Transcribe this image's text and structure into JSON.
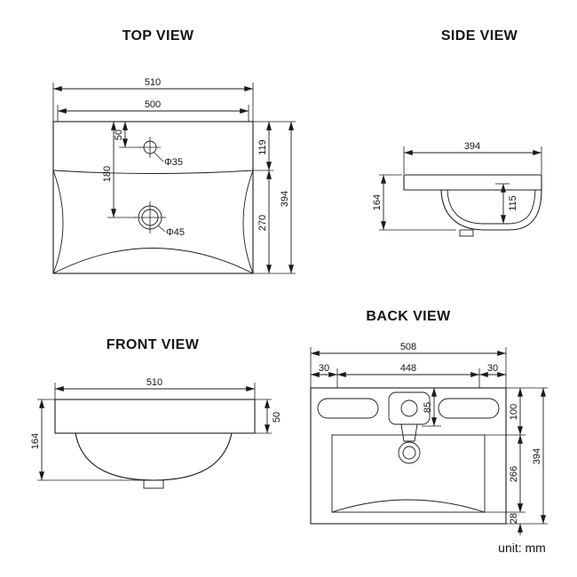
{
  "unit_label": "unit: mm",
  "top_view": {
    "title": "TOP VIEW",
    "width_outer": "510",
    "width_inner": "500",
    "faucet_offset": "50",
    "drain_offset": "180",
    "back_depth": "119",
    "front_depth": "270",
    "total_depth": "394",
    "faucet_hole_dia": "Φ35",
    "drain_hole_dia": "Φ45"
  },
  "side_view": {
    "title": "SIDE VIEW",
    "depth": "394",
    "height": "164",
    "inner_depth": "115"
  },
  "front_view": {
    "title": "FRONT VIEW",
    "width": "510",
    "height": "164",
    "rim_height": "50"
  },
  "back_view": {
    "title": "BACK VIEW",
    "width": "508",
    "left_margin": "30",
    "inner_width": "448",
    "right_margin": "30",
    "faucet_height": "85",
    "upper_height": "100",
    "middle_height": "266",
    "bottom_height": "28",
    "total_height": "394"
  }
}
